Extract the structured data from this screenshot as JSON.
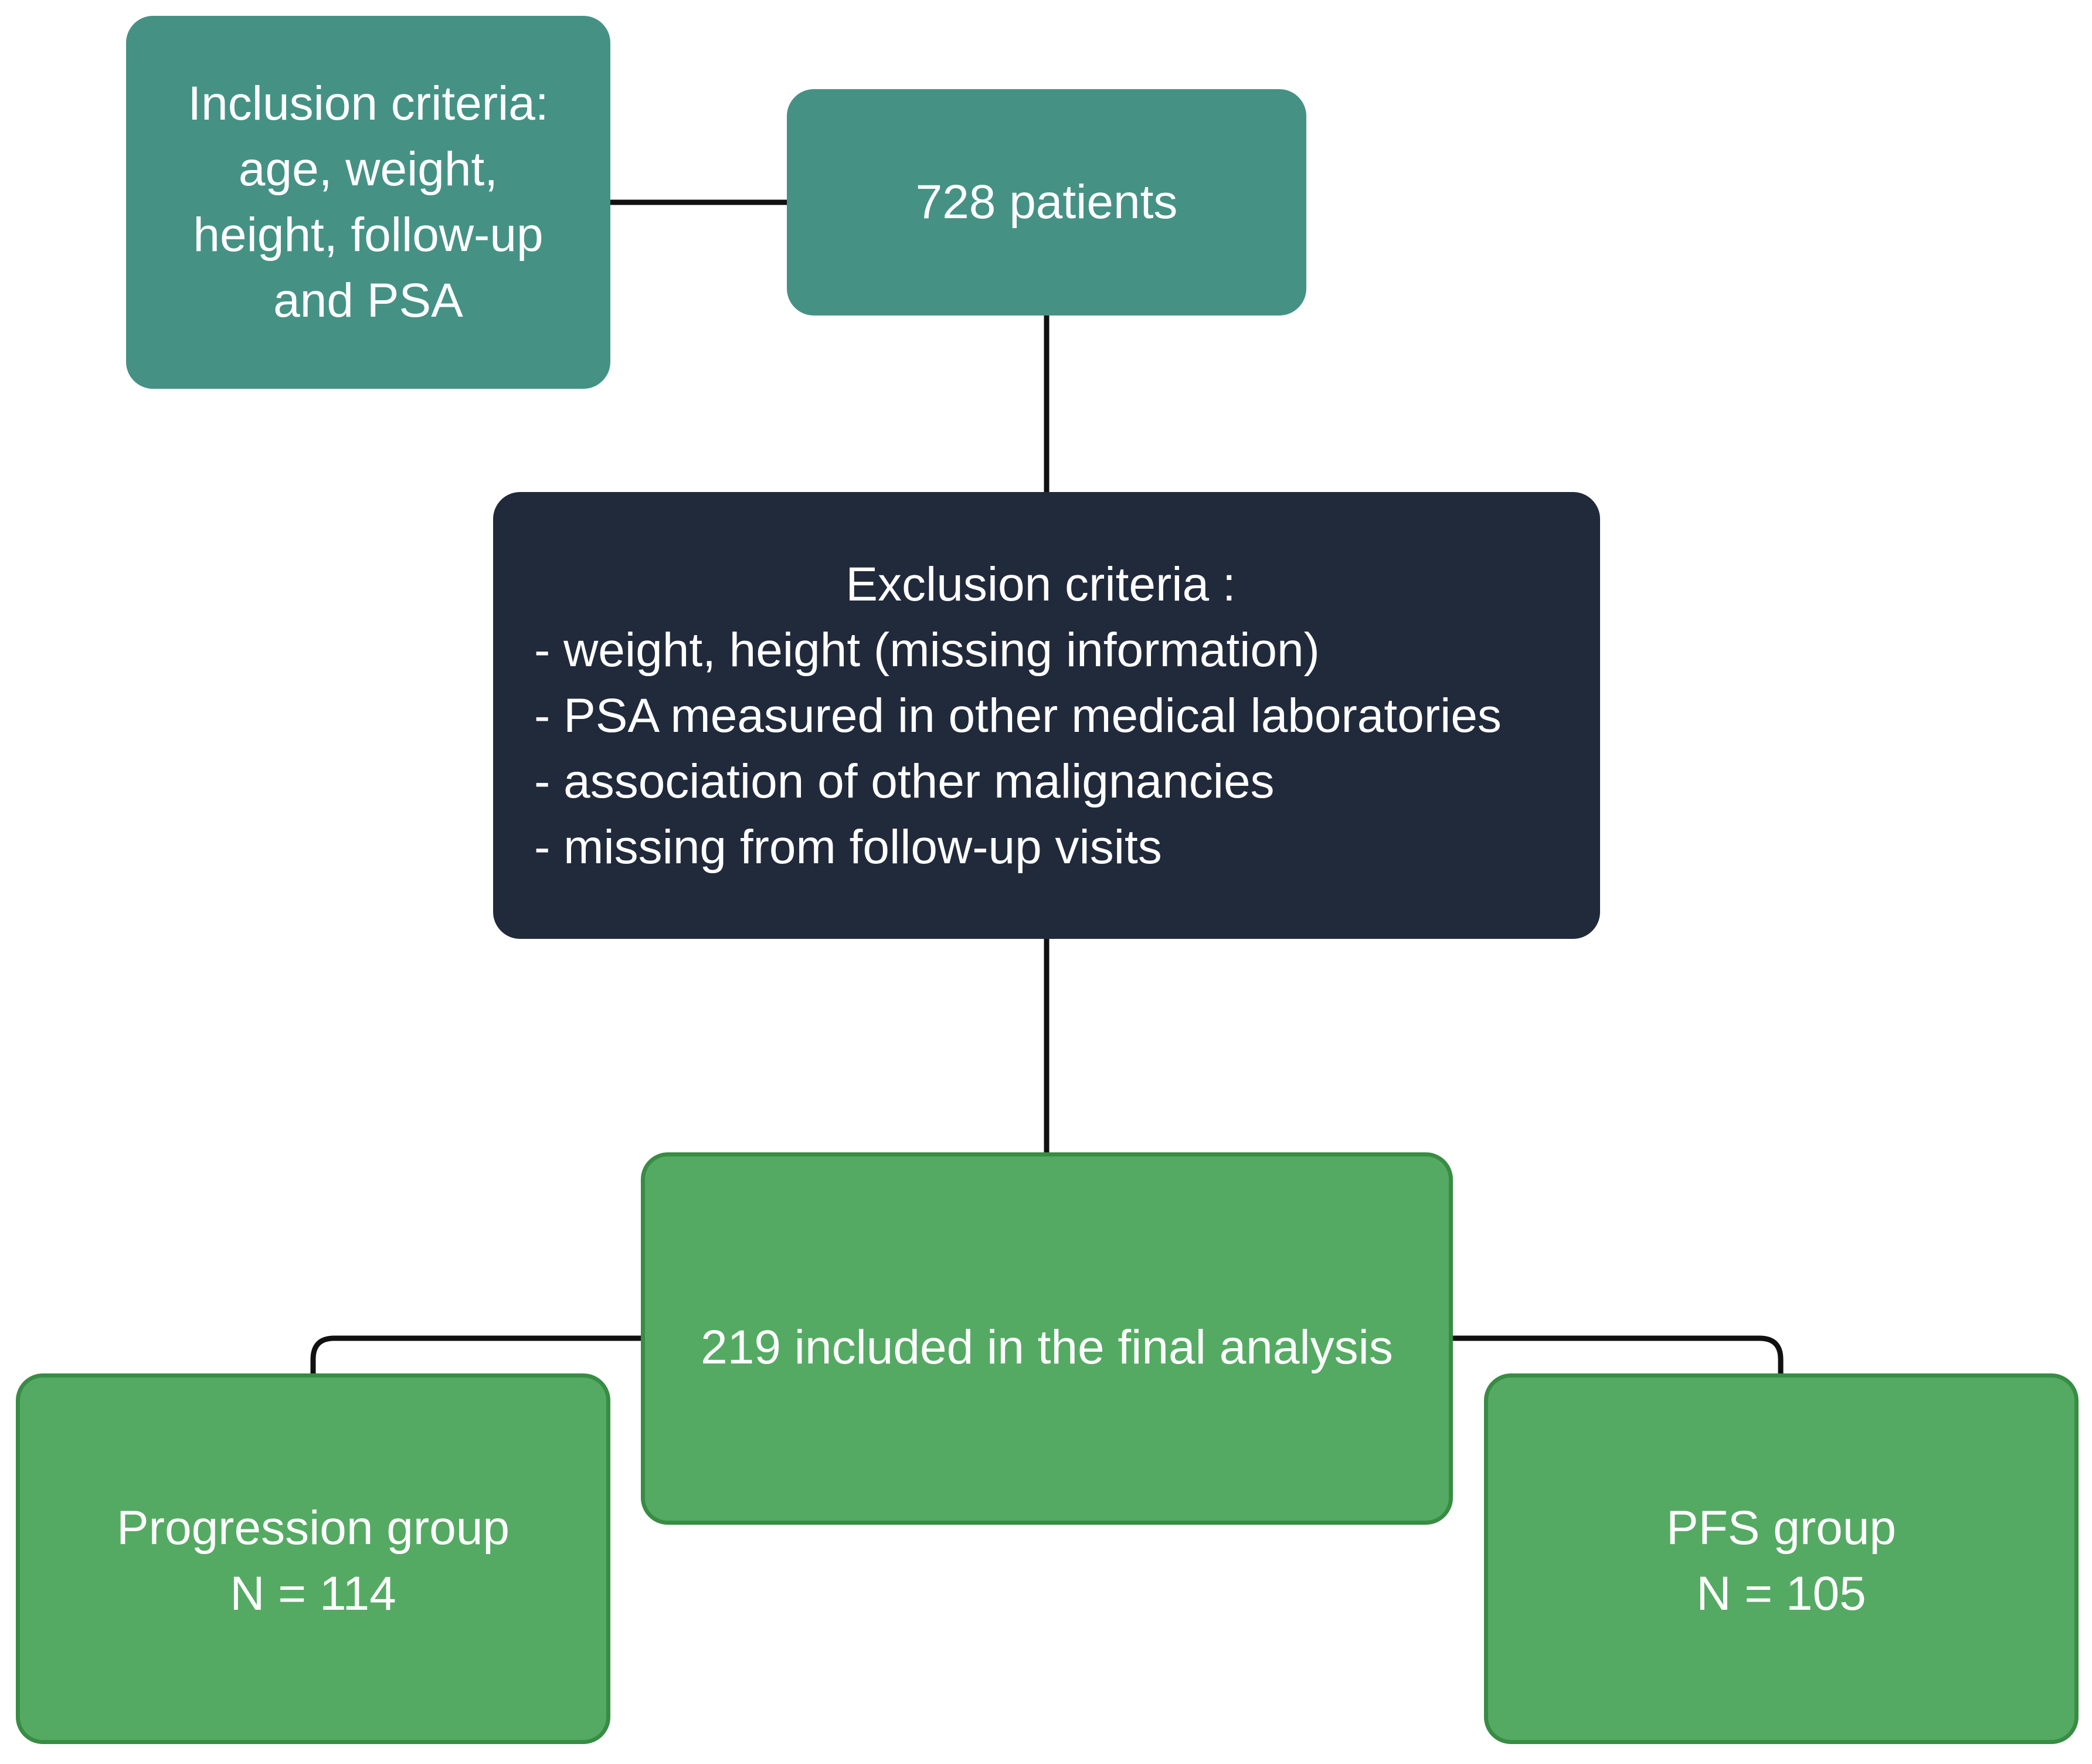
{
  "diagram": {
    "inclusion": {
      "lines": [
        "Inclusion criteria:",
        "age, weight,",
        "height, follow-up",
        "and PSA"
      ]
    },
    "patients": {
      "label": "728 patients"
    },
    "exclusion": {
      "title": "Exclusion criteria :",
      "items": [
        "- weight, height (missing information)",
        "- PSA measured in other medical laboratories",
        "- association of other malignancies",
        "- missing from follow-up visits"
      ]
    },
    "final": {
      "label": "219 included in the final analysis"
    },
    "progression": {
      "lines": [
        "Progression group",
        "N = 114"
      ]
    },
    "pfs": {
      "lines": [
        "PFS group",
        "N = 105"
      ]
    }
  },
  "colors": {
    "teal": "#459285",
    "dark_navy": "#212a3b",
    "green_fill": "#55aa63",
    "green_border": "#388c44",
    "connector": "#111111",
    "text": "#ffffff"
  }
}
